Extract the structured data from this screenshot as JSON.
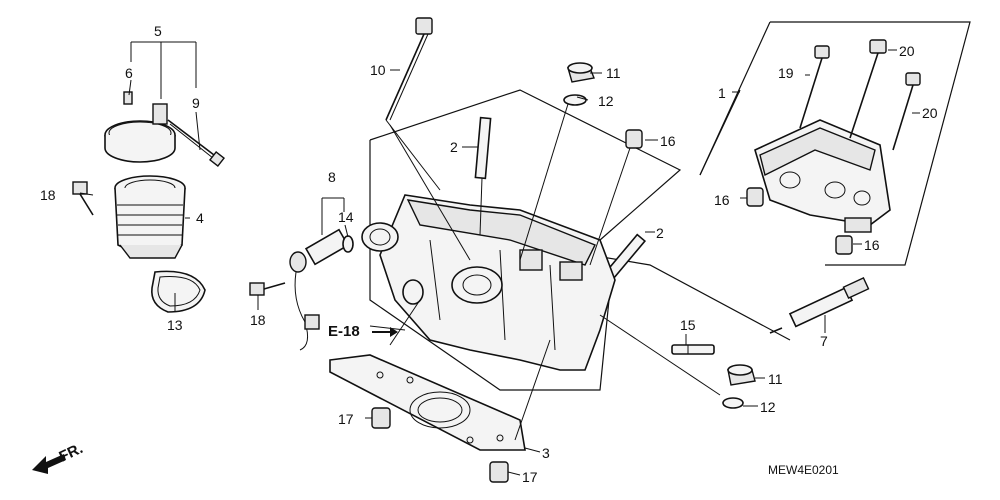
{
  "callouts": {
    "n1": "1",
    "n2a": "2",
    "n2b": "2",
    "n3": "3",
    "n4": "4",
    "n5": "5",
    "n6": "6",
    "n7": "7",
    "n8": "8",
    "n9": "9",
    "n10": "10",
    "n11a": "11",
    "n11b": "11",
    "n12a": "12",
    "n12b": "12",
    "n13": "13",
    "n14": "14",
    "n15": "15",
    "n16a": "16",
    "n16b": "16",
    "n16c": "16",
    "n17a": "17",
    "n17b": "17",
    "n18a": "18",
    "n18b": "18",
    "n19": "19",
    "n20a": "20",
    "n20b": "20"
  },
  "reference": {
    "label": "E-18"
  },
  "direction": {
    "label": "FR."
  },
  "diagram_code": "MEW4E0201"
}
